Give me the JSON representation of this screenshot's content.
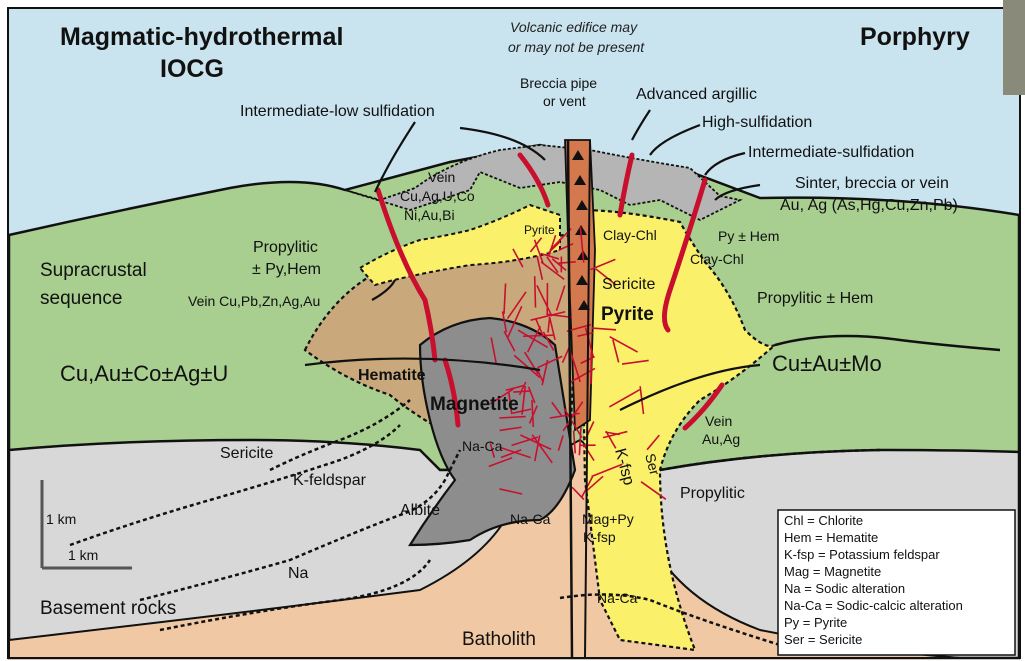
{
  "titles": {
    "left": "Magmatic-hydrothermal",
    "left2": "IOCG",
    "right": "Porphyry",
    "volcanic1": "Volcanic edifice may",
    "volcanic2": "or may not be present"
  },
  "colors": {
    "sky": "#c9e3ef",
    "supracrustal": "#a8cf8f",
    "basement": "#d8d8d8",
    "batholith": "#f0c8a3",
    "hematite": "#c9a97b",
    "magnetite": "#8d8d8d",
    "pyrite": "#fbf06a",
    "vein": "#c8102e",
    "sinter": "#b5b5b5",
    "breccia": "#d4784e"
  },
  "labels": {
    "breccia1": "Breccia pipe",
    "breccia2": "or vent",
    "adv_argillic": "Advanced argillic",
    "int_low": "Intermediate-low sulfidation",
    "high_sulf": "High-sulfidation",
    "int_sulf": "Intermediate-sulfidation",
    "sinter1": "Sinter, breccia or vein",
    "sinter2": "Au, Ag (As,Hg,Cu,Zn,Pb)",
    "vein_iocg1": "Vein",
    "vein_iocg2": "Cu,Ag,U,Co",
    "vein_iocg3": "Ni,Au,Bi",
    "pyrite_small": "Pyrite",
    "clay_chl_1": "Clay-Chl",
    "py_hem": "Py ± Hem",
    "clay_chl_2": "Clay-Chl",
    "propylitic_left1": "Propylitic",
    "propylitic_left2": "± Py,Hem",
    "supracrustal1": "Supracrustal",
    "supracrustal2": "sequence",
    "vein_cu": "Vein Cu,Pb,Zn,Ag,Au",
    "sericite_top": "Sericite",
    "pyrite_big": "Pyrite",
    "propylitic_hem": "Propylitic ± Hem",
    "cu_au_co": "Cu,Au±Co±Ag±U",
    "hematite": "Hematite",
    "cu_au_mo": "Cu±Au±Mo",
    "magnetite": "Magnetite",
    "vein_au1": "Vein",
    "vein_au2": "Au,Ag",
    "sericite_left": "Sericite",
    "na_ca_upper": "Na-Ca",
    "ser": "Ser",
    "kfsp_vert": "K-fsp",
    "k_feldspar": "K-feldspar",
    "propylitic_right": "Propylitic",
    "albite": "Albite",
    "na_ca_mid": "Na-Ca",
    "mag_py": "Mag+Py",
    "kfsp": "K-fsp",
    "na": "Na",
    "na_ca_low": "Na-Ca",
    "basement": "Basement rocks",
    "batholith": "Batholith"
  },
  "scale": {
    "vertical": "1 km",
    "horizontal": "1 km"
  },
  "legend": [
    "Chl = Chlorite",
    "Hem = Hematite",
    "K-fsp = Potassium feldspar",
    "Mag = Magnetite",
    "Na = Sodic alteration",
    "Na-Ca = Sodic-calcic alteration",
    "Py = Pyrite",
    "Ser = Sericite"
  ]
}
